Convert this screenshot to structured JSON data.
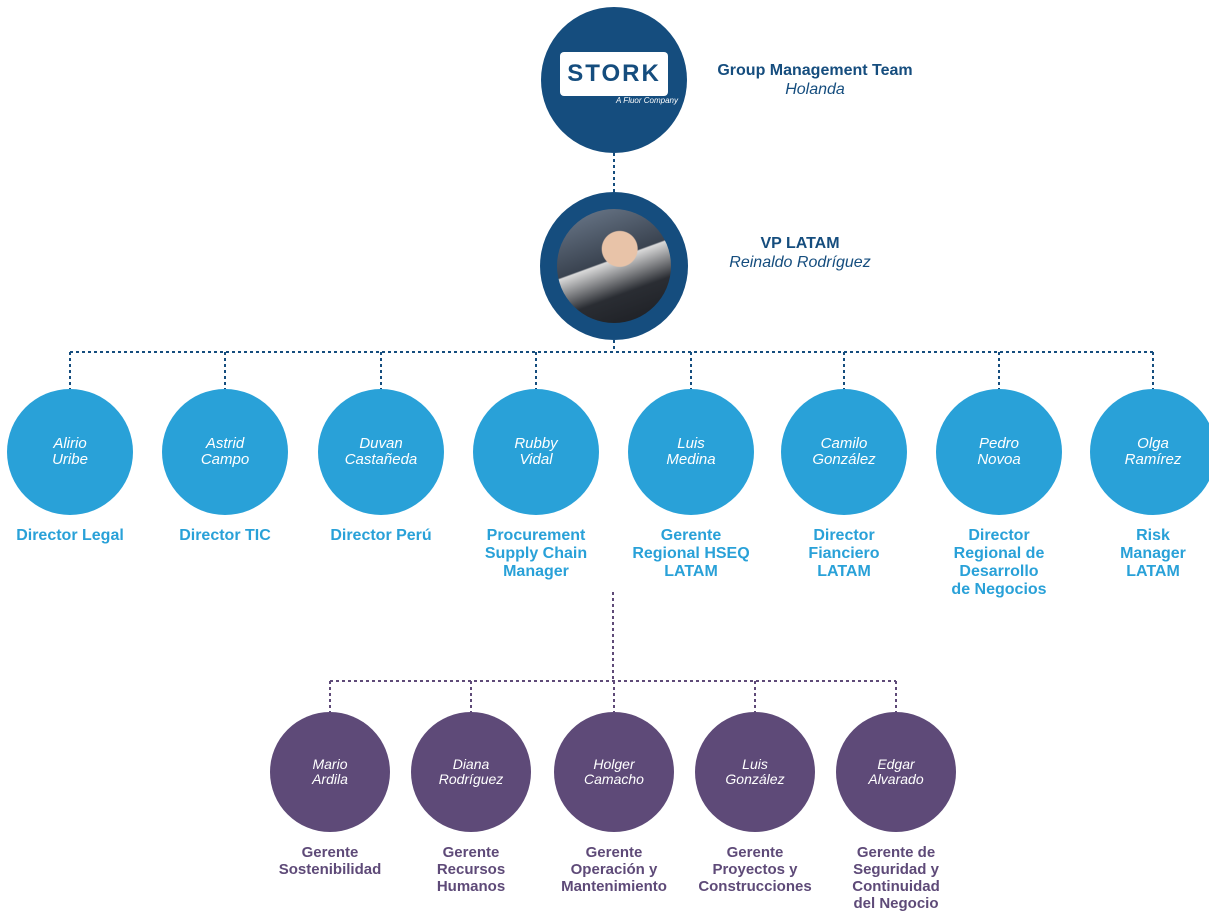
{
  "root": {
    "logo_text": "STORK",
    "logo_tagline": "A Fluor Company",
    "title": "Group Management Team",
    "subtitle": "Holanda"
  },
  "vp": {
    "title": "VP LATAM",
    "name": "Reinaldo Rodríguez"
  },
  "directors": [
    {
      "first": "Alirio",
      "last": "Uribe",
      "role": "Director Legal"
    },
    {
      "first": "Astrid",
      "last": "Campo",
      "role": "Director TIC"
    },
    {
      "first": "Duvan",
      "last": "Castañeda",
      "role": "Director Perú"
    },
    {
      "first": "Rubby",
      "last": "Vidal",
      "role": "Procurement\nSupply Chain\nManager"
    },
    {
      "first": "Luis",
      "last": "Medina",
      "role": "Gerente\nRegional HSEQ\nLATAM"
    },
    {
      "first": "Camilo",
      "last": "González",
      "role": "Director\nFianciero\nLATAM"
    },
    {
      "first": "Pedro",
      "last": "Novoa",
      "role": "Director\nRegional de\nDesarrollo\nde Negocios"
    },
    {
      "first": "Olga",
      "last": "Ramírez",
      "role": "Risk\nManager\nLATAM"
    }
  ],
  "managers": [
    {
      "first": "Mario",
      "last": "Ardila",
      "role": "Gerente\nSostenibilidad"
    },
    {
      "first": "Diana",
      "last": "Rodríguez",
      "role": "Gerente\nRecursos\nHumanos"
    },
    {
      "first": "Holger",
      "last": "Camacho",
      "role": "Gerente\nOperación y\nMantenimiento"
    },
    {
      "first": "Luis",
      "last": "González",
      "role": "Gerente\nProyectos y\nConstrucciones"
    },
    {
      "first": "Edgar",
      "last": "Alvarado",
      "role": "Gerente de\nSeguridad y\nContinuidad\ndel Negocio"
    }
  ],
  "colors": {
    "dark_blue": "#154d7e",
    "light_blue": "#29a1d8",
    "purple": "#5e4a78",
    "connector": "#154d7e"
  }
}
